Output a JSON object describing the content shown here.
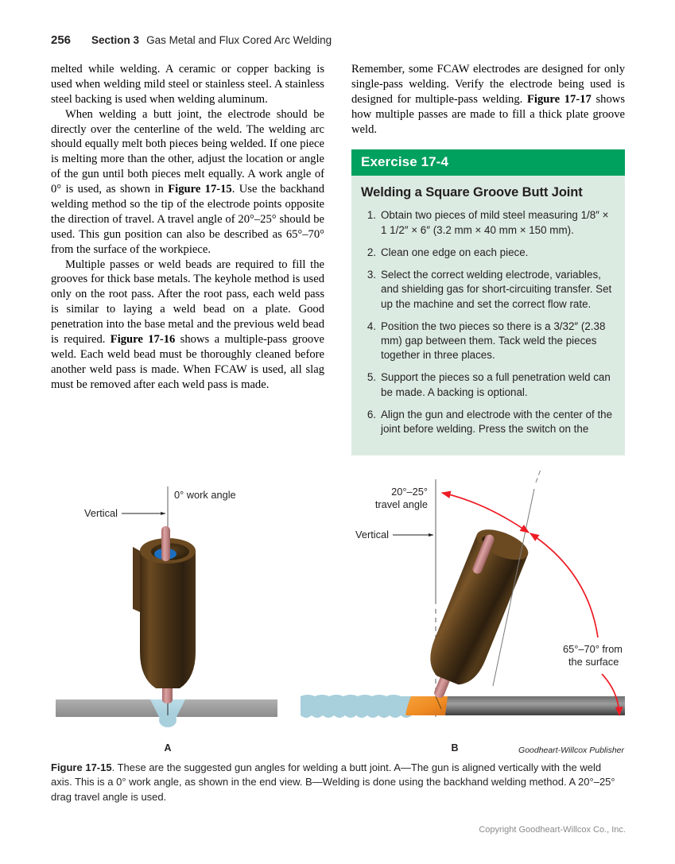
{
  "header": {
    "page_number": "256",
    "section_label": "Section 3",
    "section_title": "Gas Metal and Flux Cored Arc Welding"
  },
  "left_column": {
    "paragraphs": [
      "melted while welding. A ceramic or copper backing is used when welding mild steel or stainless steel. A stainless steel backing is used when welding aluminum.",
      "When welding a butt joint, the electrode should be directly over the centerline of the weld. The welding arc should equally melt both pieces being welded. If one piece is melting more than the other, adjust the location or angle of the gun until both pieces melt equally. A work angle of 0° is used, as shown in Figure 17-15. Use the backhand welding method so the tip of the electrode points opposite the direction of travel. A travel angle of 20°–25° should be used. This gun position can also be described as 65°–70° from the surface of the workpiece.",
      "Multiple passes or weld beads are required to fill the grooves for thick base metals. The keyhole method is used only on the root pass. After the root pass, each weld pass is similar to laying a weld bead on a plate. Good penetration into the base metal and the previous weld bead is required. Figure 17-16 shows a multiple-pass groove weld. Each weld bead must be thoroughly cleaned before another weld pass is made. When FCAW is used, all slag must be removed after each weld pass is made."
    ],
    "bold_runs_p2": [
      "Figure 17-15"
    ],
    "bold_runs_p3": [
      "Figure 17-16"
    ]
  },
  "right_column": {
    "paragraph": "Remember, some FCAW electrodes are designed for only single-pass welding. Verify the electrode being used is designed for multiple-pass welding. Figure 17-17 shows how multiple passes are made to fill a thick plate groove weld.",
    "bold_run": "Figure 17-17"
  },
  "exercise": {
    "header_label": "Exercise 17-4",
    "title": "Welding a Square Groove Butt Joint",
    "header_bg": "#00a05f",
    "body_bg": "#dcebe2",
    "steps": [
      {
        "num": "1.",
        "text": "Obtain two pieces of mild steel measuring 1/8″ × 1 1/2″ × 6″ (3.2 mm × 40 mm × 150 mm)."
      },
      {
        "num": "2.",
        "text": "Clean one edge on each piece."
      },
      {
        "num": "3.",
        "text": "Select the correct welding electrode, variables, and shielding gas for short-circuiting transfer. Set up the machine and set the correct flow rate."
      },
      {
        "num": "4.",
        "text": "Position the two pieces so there is a 3/32″ (2.38 mm) gap between them. Tack weld the pieces together in three places."
      },
      {
        "num": "5.",
        "text": "Support the pieces so a full penetration weld can be made. A backing is optional."
      },
      {
        "num": "6.",
        "text": "Align the gun and electrode with the center of the joint before welding. Press the switch on the"
      }
    ]
  },
  "figure": {
    "panel_a": {
      "letter": "A",
      "label_vertical": "Vertical",
      "label_work_angle": "0° work angle"
    },
    "panel_b": {
      "letter": "B",
      "label_travel_angle_line1": "20°–25°",
      "label_travel_angle_line2": "travel angle",
      "label_vertical": "Vertical",
      "label_surface_line1": "65°–70° from",
      "label_surface_line2": "the surface"
    },
    "colors": {
      "gun_body": "#5a3d1e",
      "electrode": "#c98a8a",
      "nozzle_ring": "#1b6fc0",
      "plate_gray": "#9b9b9b",
      "arc_blue": "#a8cfdc",
      "weld_orange": "#ef8a21",
      "arrow_red": "#ee1c25"
    },
    "credit": "Goodheart-Willcox Publisher",
    "caption_bold": "Figure 17-15",
    "caption_text": ". These are the suggested gun angles for welding a butt joint. A—The gun is aligned vertically with the weld axis. This is a 0° work angle, as shown in the end view. B—Welding is done using the backhand welding method. A 20°–25° drag travel angle is used."
  },
  "footer": {
    "copyright": "Copyright Goodheart-Willcox Co., Inc."
  }
}
